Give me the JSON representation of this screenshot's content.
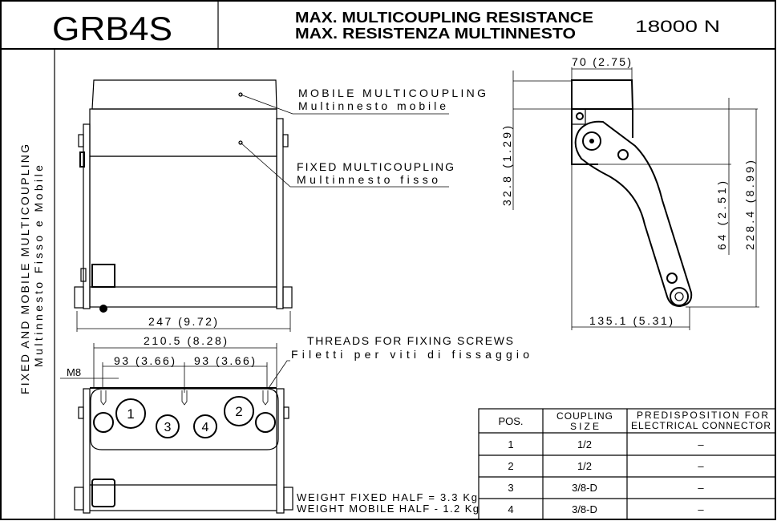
{
  "header": {
    "model": "GRB4S",
    "resistance_en": "MAX. MULTICOUPLING RESISTANCE",
    "resistance_it": "MAX. RESISTENZA MULTINNESTO",
    "resistance_value": "18000 N"
  },
  "side_label": {
    "en": "FIXED AND MOBILE MULTICOUPLING",
    "it": "Multinnesto Fisso e Mobile"
  },
  "callouts": {
    "mobile_en": "MOBILE MULTICOUPLING",
    "mobile_it": "Multinnesto mobile",
    "fixed_en": "FIXED MULTICOUPLING",
    "fixed_it": "Multinnesto fisso",
    "threads_en": "THREADS FOR FIXING SCREWS",
    "threads_it": "Filetti per viti di fissaggio"
  },
  "dimensions": {
    "overall_width": "247 (9.72)",
    "hole_span": "210.5 (8.28)",
    "pitch_left": "93 (3.66)",
    "pitch_right": "93 (3.66)",
    "thread": "M8",
    "side_width": "70 (2.75)",
    "side_offset": "32.8 (1.29)",
    "arm_offset": "64 (2.51)",
    "arm_height": "228.4 (8.99)",
    "arm_reach": "135.1 (5.31)"
  },
  "ports": [
    "1",
    "2",
    "3",
    "4"
  ],
  "weights": {
    "fixed": "WEIGHT FIXED HALF = 3.3 Kg",
    "mobile": "WEIGHT MOBILE HALF - 1.2 Kg"
  },
  "table": {
    "headers": {
      "pos": "POS.",
      "size_1": "COUPLING",
      "size_2": "SIZE",
      "elec_1": "PREDISPOSITION FOR",
      "elec_2": "ELECTRICAL CONNECTOR"
    },
    "rows": [
      {
        "pos": "1",
        "size": "1/2",
        "elec": "–"
      },
      {
        "pos": "2",
        "size": "1/2",
        "elec": "–"
      },
      {
        "pos": "3",
        "size": "3/8-D",
        "elec": "–"
      },
      {
        "pos": "4",
        "size": "3/8-D",
        "elec": "–"
      }
    ]
  }
}
